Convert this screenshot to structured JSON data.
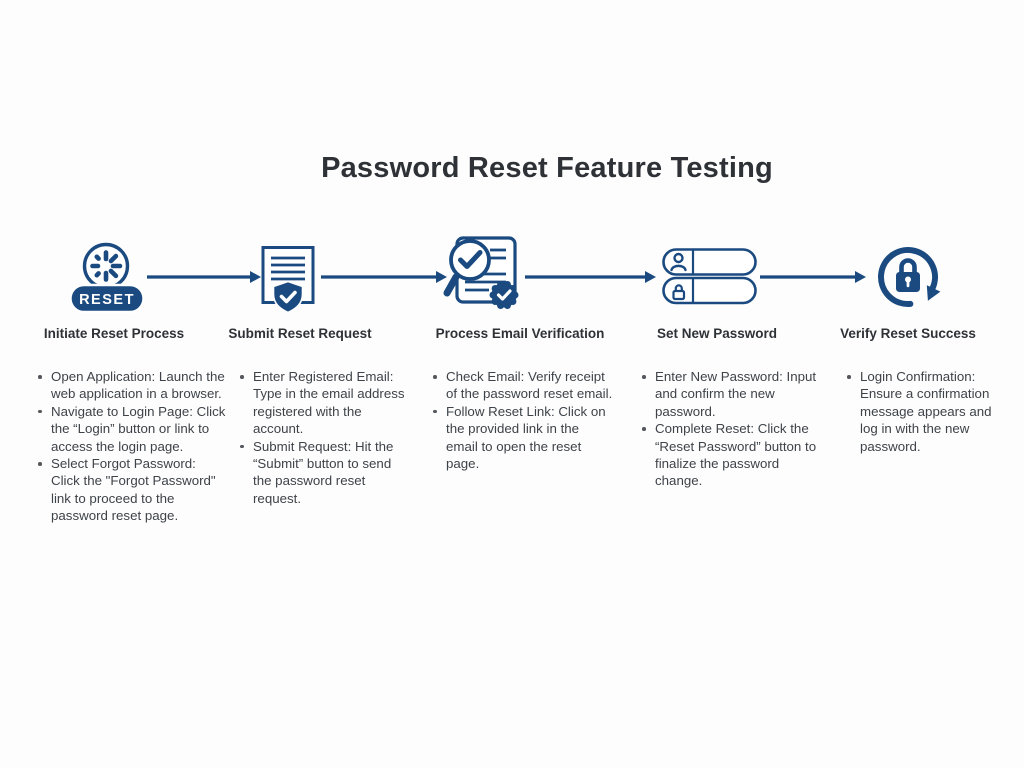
{
  "title": "Password Reset Feature Testing",
  "colors": {
    "accent": "#1a4a80",
    "heading": "#2e3237",
    "body": "#3e4349",
    "background": "#fdfdfd"
  },
  "connector_icon": "flow-arrow",
  "steps": [
    {
      "id": 1,
      "title": "Initiate Reset Process",
      "icon": "reset-spinner-icon",
      "icon_text": "RESET",
      "bullets": [
        "Open Application: Launch the web application in a browser.",
        "Navigate to Login Page: Click the “Login” button or link to access the login page.",
        "Select Forgot Password: Click the \"Forgot Password\" link to proceed to the password reset page."
      ]
    },
    {
      "id": 2,
      "title": "Submit Reset Request",
      "icon": "document-shield-check-icon",
      "bullets": [
        "Enter Registered Email: Type in the email address registered with the account.",
        "Submit Request: Hit the “Submit” button to send the password reset request."
      ]
    },
    {
      "id": 3,
      "title": "Process Email Verification",
      "icon": "email-verification-magnifier-icon",
      "bullets": [
        "Check Email: Verify receipt of the password reset email.",
        "Follow Reset Link: Click on the provided link in the email to open the reset page."
      ]
    },
    {
      "id": 4,
      "title": "Set New Password",
      "icon": "credential-fields-icon",
      "bullets": [
        "Enter New Password: Input and confirm the new password.",
        "Complete Reset: Click the “Reset Password” button to finalize the password change."
      ]
    },
    {
      "id": 5,
      "title": "Verify Reset Success",
      "icon": "lock-refresh-icon",
      "bullets": [
        "Login Confirmation: Ensure a confirmation message appears and log in with the new password."
      ]
    }
  ]
}
